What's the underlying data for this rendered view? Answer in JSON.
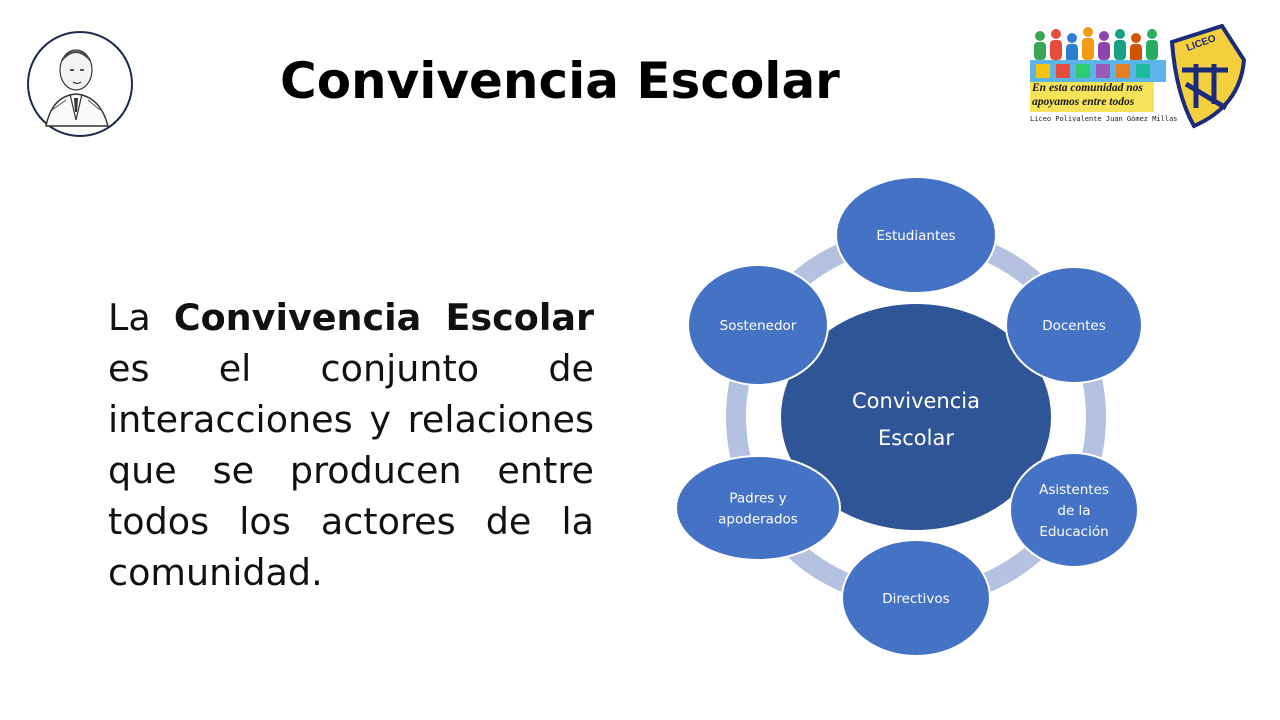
{
  "title": "Convivencia Escolar",
  "paragraph": {
    "lead": "La ",
    "bold": "Convivencia Escolar",
    "rest": " es el conjunto de interacciones y relaciones que se producen entre todos los actores de la  comunidad."
  },
  "logo": {
    "badge": "LICEO",
    "slogan_line1": "En esta comunidad nos",
    "slogan_line2": "apoyamos entre todos",
    "footer": "Liceo Polivalente Juan Gómez Millas"
  },
  "diagram": {
    "center": [
      "Convivencia",
      "Escolar"
    ],
    "nodes": [
      {
        "id": "estudiantes",
        "lines": [
          "Estudiantes"
        ]
      },
      {
        "id": "docentes",
        "lines": [
          "Docentes"
        ]
      },
      {
        "id": "asistentes",
        "lines": [
          "Asistentes",
          "de  la",
          "Educación"
        ]
      },
      {
        "id": "directivos",
        "lines": [
          "Directivos"
        ]
      },
      {
        "id": "padres",
        "lines": [
          "Padres y",
          "apoderados"
        ]
      },
      {
        "id": "sostenedor",
        "lines": [
          "Sostenedor"
        ]
      }
    ],
    "colors": {
      "node": "#4472c4",
      "center": "#2f5597",
      "ring": "#b4c1e0",
      "text": "#ffffff"
    }
  }
}
